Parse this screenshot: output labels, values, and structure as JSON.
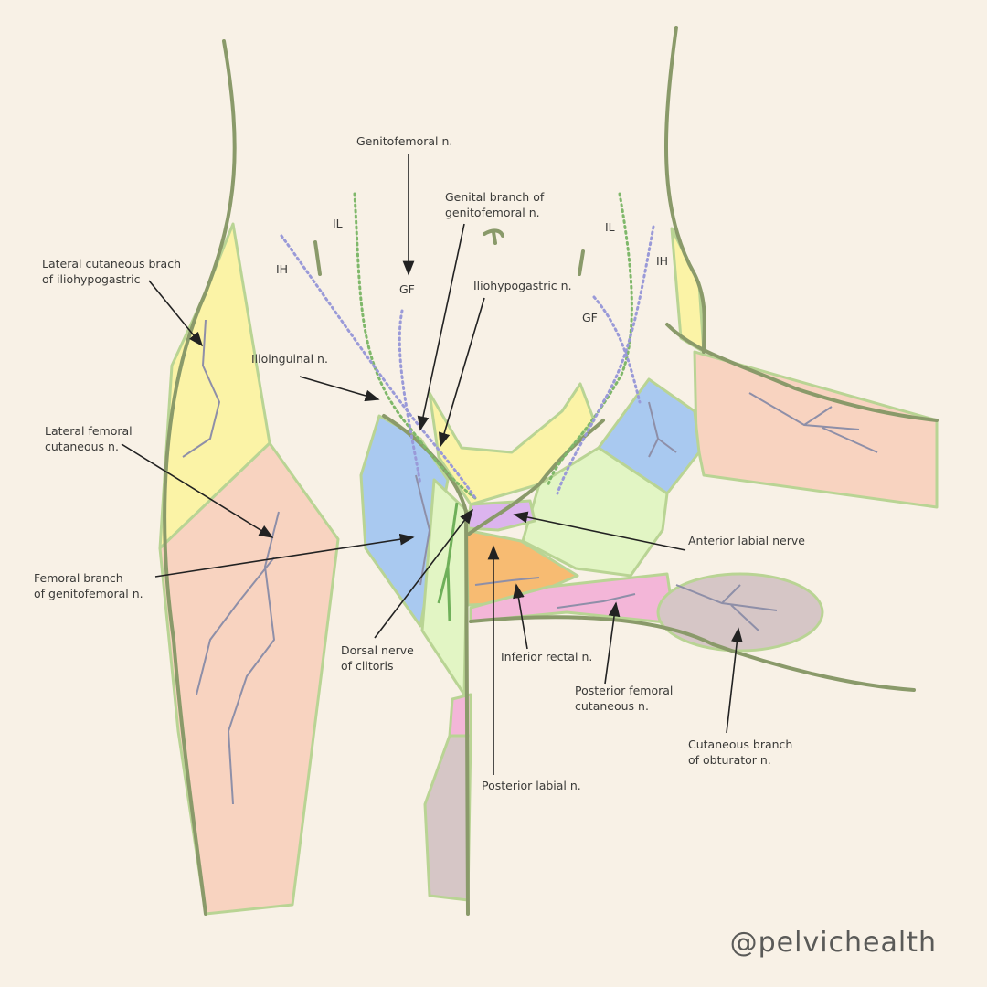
{
  "labels": {
    "genitofemoral": "Genitofemoral n.",
    "genital_branch": "Genital branch of\ngenitofemoral n.",
    "iliohypogastric": "Iliohypogastric n.",
    "lateral_cutaneous_ih": "Lateral cutaneous brach\nof iliohypogastric",
    "ilioinguinal": "Ilioinguinal n.",
    "lateral_femoral": "Lateral femoral\ncutaneous n.",
    "femoral_branch": "Femoral branch\nof genitofemoral n.",
    "dorsal_nerve": "Dorsal nerve\nof clitoris",
    "anterior_labial": "Anterior labial nerve",
    "inferior_rectal": "Inferior rectal n.",
    "posterior_femoral": "Posterior femoral\ncutaneous n.",
    "cutaneous_obturator": "Cutaneous branch\nof obturator n.",
    "posterior_labial": "Posterior labial n.",
    "abbr_il_left": "IL",
    "abbr_ih_left": "IH",
    "abbr_gf_left": "GF",
    "abbr_il_right": "IL",
    "abbr_ih_right": "IH",
    "abbr_gf_right": "GF"
  },
  "credit": "@pelvichealth",
  "colors": {
    "background": "#f8f1e6",
    "yellow": "#fbf3a6",
    "pink": "#f8d3c0",
    "blue": "#a9c9f0",
    "green": "#e2f5c4",
    "orange": "#f7bb72",
    "magenta": "#f3b6d8",
    "purple": "#dcb4ee",
    "gray": "#d6c6c6",
    "outline": "#8a9a6a",
    "nerve": "#8e8fa8"
  }
}
